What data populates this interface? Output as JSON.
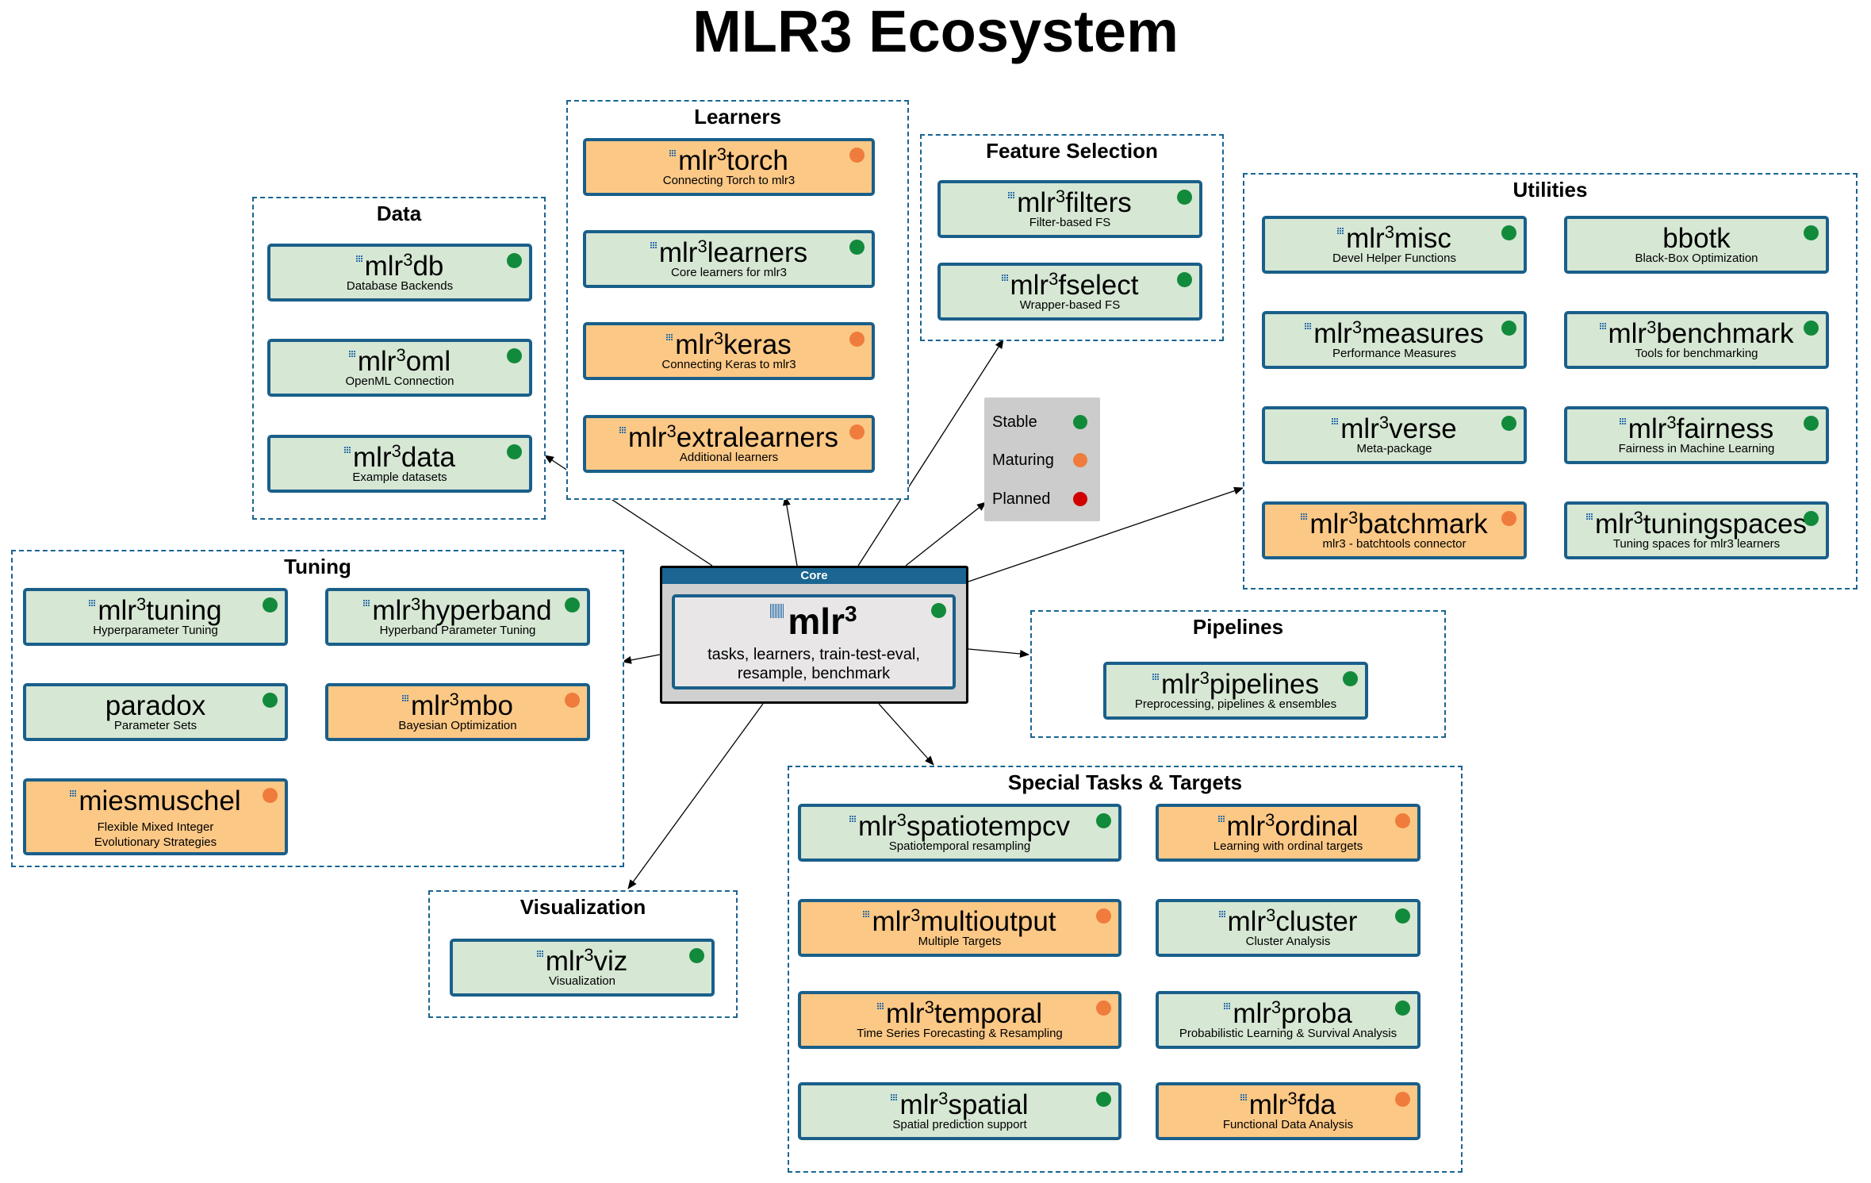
{
  "title": "MLR3 Ecosystem",
  "status_colors": {
    "stable": "#128a3b",
    "maturing": "#ef7c3c",
    "planned": "#d10000"
  },
  "legend": [
    {
      "label": "Stable",
      "status": "stable"
    },
    {
      "label": "Maturing",
      "status": "maturing"
    },
    {
      "label": "Planned",
      "status": "planned"
    }
  ],
  "core": {
    "header": "Core",
    "name": "mlr",
    "sup": "3",
    "desc_line1": "tasks, learners, train-test-eval,",
    "desc_line2": "resample, benchmark",
    "status": "stable"
  },
  "groups": [
    {
      "id": "data",
      "title": "Data",
      "packages": [
        {
          "name": "mlr",
          "sup": "3",
          "suffix": "db",
          "desc": "Database Backends",
          "status": "stable",
          "icon": true
        },
        {
          "name": "mlr",
          "sup": "3",
          "suffix": "oml",
          "desc": "OpenML Connection",
          "status": "stable",
          "icon": true
        },
        {
          "name": "mlr",
          "sup": "3",
          "suffix": "data",
          "desc": "Example datasets",
          "status": "stable",
          "icon": true
        }
      ]
    },
    {
      "id": "learners",
      "title": "Learners",
      "packages": [
        {
          "name": "mlr",
          "sup": "3",
          "suffix": "torch",
          "desc": "Connecting Torch to mlr3",
          "status": "maturing",
          "icon": true
        },
        {
          "name": "mlr",
          "sup": "3",
          "suffix": "learners",
          "desc": "Core learners for mlr3",
          "status": "stable",
          "icon": true
        },
        {
          "name": "mlr",
          "sup": "3",
          "suffix": "keras",
          "desc": "Connecting Keras to mlr3",
          "status": "maturing",
          "icon": true
        },
        {
          "name": "mlr",
          "sup": "3",
          "suffix": "extralearners",
          "desc": "Additional learners",
          "status": "maturing",
          "icon": true
        }
      ]
    },
    {
      "id": "feature-selection",
      "title": "Feature Selection",
      "packages": [
        {
          "name": "mlr",
          "sup": "3",
          "suffix": "filters",
          "desc": "Filter-based FS",
          "status": "stable",
          "icon": true
        },
        {
          "name": "mlr",
          "sup": "3",
          "suffix": "fselect",
          "desc": "Wrapper-based FS",
          "status": "stable",
          "icon": true
        }
      ]
    },
    {
      "id": "utilities",
      "title": "Utilities",
      "packages": [
        {
          "name": "mlr",
          "sup": "3",
          "suffix": "misc",
          "desc": "Devel Helper Functions",
          "status": "stable",
          "icon": true
        },
        {
          "name": "bbotk",
          "sup": "",
          "suffix": "",
          "desc": "Black-Box Optimization",
          "status": "stable",
          "icon": false
        },
        {
          "name": "mlr",
          "sup": "3",
          "suffix": "measures",
          "desc": "Performance Measures",
          "status": "stable",
          "icon": true
        },
        {
          "name": "mlr",
          "sup": "3",
          "suffix": "benchmark",
          "desc": "Tools for benchmarking",
          "status": "stable",
          "icon": true
        },
        {
          "name": "mlr",
          "sup": "3",
          "suffix": "verse",
          "desc": "Meta-package",
          "status": "stable",
          "icon": true
        },
        {
          "name": "mlr",
          "sup": "3",
          "suffix": "fairness",
          "desc": "Fairness in Machine Learning",
          "status": "stable",
          "icon": true
        },
        {
          "name": "mlr",
          "sup": "3",
          "suffix": "batchmark",
          "desc": "mlr3 - batchtools connector",
          "status": "maturing",
          "icon": true
        },
        {
          "name": "mlr",
          "sup": "3",
          "suffix": "tuningspaces",
          "desc": "Tuning spaces for mlr3 learners",
          "status": "stable",
          "icon": true
        }
      ]
    },
    {
      "id": "tuning",
      "title": "Tuning",
      "packages": [
        {
          "name": "mlr",
          "sup": "3",
          "suffix": "tuning",
          "desc": "Hyperparameter Tuning",
          "status": "stable",
          "icon": true
        },
        {
          "name": "mlr",
          "sup": "3",
          "suffix": "hyperband",
          "desc": "Hyperband Parameter Tuning",
          "status": "stable",
          "icon": true
        },
        {
          "name": "paradox",
          "sup": "",
          "suffix": "",
          "desc": "Parameter Sets",
          "status": "stable",
          "icon": false
        },
        {
          "name": "mlr",
          "sup": "3",
          "suffix": "mbo",
          "desc": "Bayesian Optimization",
          "status": "maturing",
          "icon": true
        },
        {
          "name": "miesmuschel",
          "sup": "",
          "suffix": "",
          "desc": "Flexible Mixed Integer",
          "desc2": "Evolutionary Strategies",
          "status": "maturing",
          "icon": true
        }
      ]
    },
    {
      "id": "pipelines",
      "title": "Pipelines",
      "packages": [
        {
          "name": "mlr",
          "sup": "3",
          "suffix": "pipelines",
          "desc": "Preprocessing, pipelines & ensembles",
          "status": "stable",
          "icon": true
        }
      ]
    },
    {
      "id": "special",
      "title": "Special Tasks & Targets",
      "packages": [
        {
          "name": "mlr",
          "sup": "3",
          "suffix": "spatiotempcv",
          "desc": "Spatiotemporal resampling",
          "status": "stable",
          "icon": true
        },
        {
          "name": "mlr",
          "sup": "3",
          "suffix": "ordinal",
          "desc": "Learning with ordinal targets",
          "status": "maturing",
          "icon": true
        },
        {
          "name": "mlr",
          "sup": "3",
          "suffix": "multioutput",
          "desc": "Multiple Targets",
          "status": "maturing",
          "icon": true
        },
        {
          "name": "mlr",
          "sup": "3",
          "suffix": "cluster",
          "desc": "Cluster Analysis",
          "status": "stable",
          "icon": true
        },
        {
          "name": "mlr",
          "sup": "3",
          "suffix": "temporal",
          "desc": "Time Series Forecasting & Resampling",
          "status": "maturing",
          "icon": true
        },
        {
          "name": "mlr",
          "sup": "3",
          "suffix": "proba",
          "desc": "Probabilistic Learning & Survival Analysis",
          "status": "stable",
          "icon": true
        },
        {
          "name": "mlr",
          "sup": "3",
          "suffix": "spatial",
          "desc": "Spatial prediction support",
          "status": "stable",
          "icon": true
        },
        {
          "name": "mlr",
          "sup": "3",
          "suffix": "fda",
          "desc": "Functional Data Analysis",
          "status": "maturing",
          "icon": true
        }
      ]
    },
    {
      "id": "visualization",
      "title": "Visualization",
      "packages": [
        {
          "name": "mlr",
          "sup": "3",
          "suffix": "viz",
          "desc": "Visualization",
          "status": "stable",
          "icon": true
        }
      ]
    }
  ]
}
